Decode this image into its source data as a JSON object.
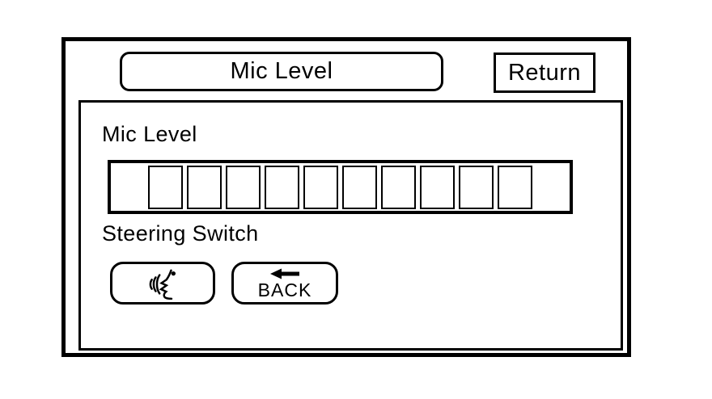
{
  "window": {
    "background_color": "#ffffff",
    "line_color": "#000000"
  },
  "header": {
    "title": "Mic Level",
    "return_button_label": "Return"
  },
  "panel": {
    "mic_level_label": "Mic Level",
    "level_bar": {
      "total_segments": 10,
      "filled_segments": 0
    },
    "steering_switch_label": "Steering Switch",
    "voice_button": {
      "icon": "voice-recognition-icon"
    },
    "back_button": {
      "label": "BACK",
      "icon": "left-arrow-icon"
    }
  }
}
